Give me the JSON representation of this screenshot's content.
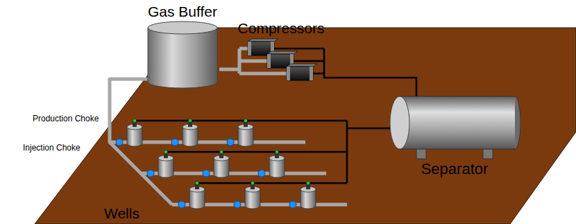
{
  "diagram": {
    "nodes": [
      {
        "text": [
          "Gas Buffer"
        ]
      },
      {
        "text": [
          "Compressors"
        ]
      },
      {
        "text": [
          "Separator"
        ]
      }
    ],
    "edges": [
      {
        "from": 2,
        "to": 1,
        "arrow": "none"
      },
      {
        "from": 1,
        "to": 0,
        "arrow": "none"
      }
    ],
    "labels": [
      "Production Choke",
      "Injection Choke",
      "Wells"
    ]
  }
}
